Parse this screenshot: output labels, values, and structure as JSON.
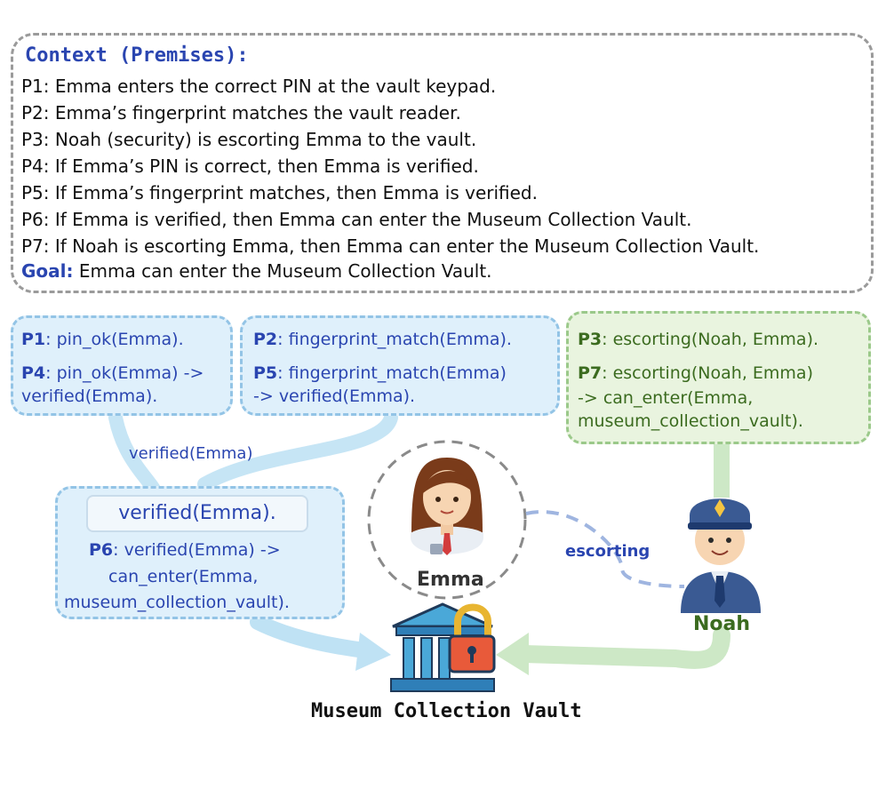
{
  "context": {
    "title": "Context (Premises):",
    "premises": [
      "P1: Emma enters the correct PIN at the vault keypad.",
      "P2: Emma’s fingerprint matches the vault reader.",
      "P3: Noah (security) is escorting Emma to the vault.",
      "P4: If Emma’s PIN is correct, then Emma is verified.",
      "P5: If Emma’s fingerprint matches, then Emma is verified.",
      "P6: If Emma is verified, then Emma can enter the Museum Collection Vault.",
      "P7: If Noah is escorting Emma, then Emma can enter the Museum Collection Vault."
    ],
    "goal_label": "Goal:",
    "goal_text": "Emma can enter the Museum Collection Vault."
  },
  "box1": {
    "p1_label": "P1",
    "p1_text": ": pin_ok(Emma).",
    "p4_label": "P4",
    "p4_text": ": pin_ok(Emma) ->",
    "p4_text2": "verified(Emma)."
  },
  "box2": {
    "p2_label": "P2",
    "p2_text": ": fingerprint_match(Emma).",
    "p5_label": "P5",
    "p5_text": ": fingerprint_match(Emma)",
    "p5_text2": "-> verified(Emma)."
  },
  "box3": {
    "p3_label": "P3",
    "p3_text": ": escorting(Noah, Emma).",
    "p7_label": "P7",
    "p7_text": ": escorting(Noah, Emma)",
    "p7_text2": "-> can_enter(Emma,",
    "p7_text3": "museum_collection_vault)."
  },
  "box4": {
    "pill": "verified(Emma).",
    "p6_label": "P6",
    "p6_text": ": verified(Emma) ->",
    "p6_text2": "can_enter(Emma,",
    "p6_text3": "museum_collection_vault)."
  },
  "labels": {
    "merge": "verified(Emma)",
    "escorting": "escorting",
    "emma": "Emma",
    "noah": "Noah",
    "vault": "Museum Collection Vault"
  },
  "colors": {
    "blue_text": "#2a45b0",
    "green_text": "#3b6b1f",
    "blue_fill": "#dff0fb",
    "green_fill": "#e9f4df",
    "blue_arrow": "#bfe2f4",
    "green_arrow": "#cde8c6"
  }
}
